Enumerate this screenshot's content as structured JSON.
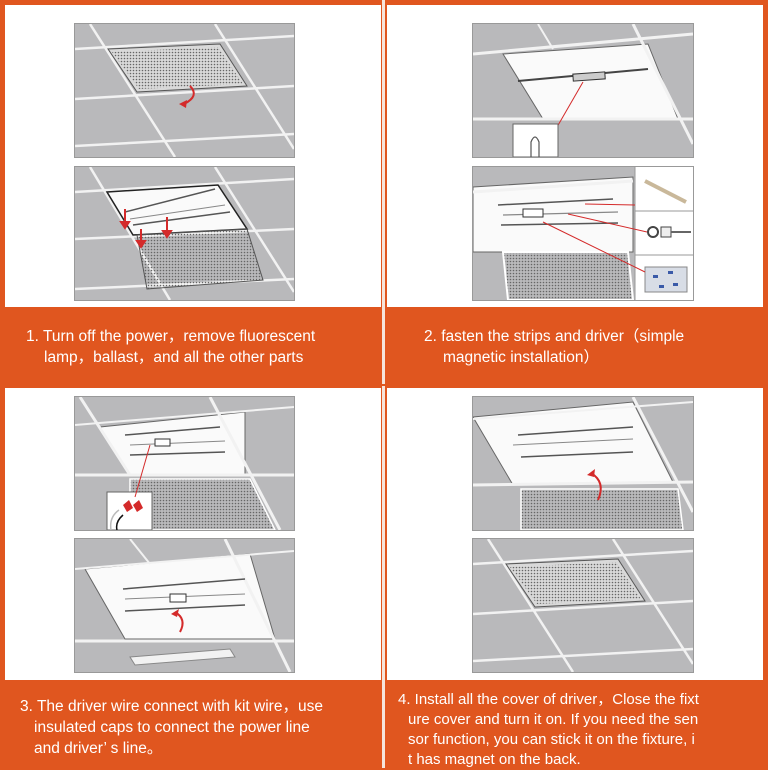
{
  "steps": [
    {
      "number": "1.",
      "text": "Turn off the power，remove fluorescent lamp，ballast，and all the other parts",
      "line1": "1. Turn off the power，remove fluorescent",
      "line2": "lamp，ballast，and all the other parts",
      "figures": [
        "ceiling-panel-in-grid-with-arrow",
        "panel-opened-with-down-arrows"
      ]
    },
    {
      "number": "2.",
      "text": "fasten the strips and driver（simple magnetic installation）",
      "line1": "2.  fasten the strips and driver（simple",
      "line2": "magnetic installation）",
      "figures": [
        "driver-mounted-in-troffer-with-connector-inset",
        "strips-and-driver-with-part-insets"
      ],
      "insets": [
        "led-strip",
        "wire-connector",
        "magnet-plate"
      ]
    },
    {
      "number": "3.",
      "text": "The driver wire connect with kit wire，use insulated caps to connect the power line and driver’s line。",
      "line1": "3. The driver wire connect with kit wire，use",
      "line2": "insulated caps to connect the power line",
      "line3": "and driver’ s line。",
      "figures": [
        "wire-caps-inset",
        "driver-cover-with-arrow"
      ]
    },
    {
      "number": "4.",
      "text": "Install all the cover of driver，Close the fixture cover and turn it on. If you need the sensor function, you can stick it on the fixture, it has magnet on the back.",
      "line1": "4. Install all the cover of driver，Close the fixt",
      "line2": "ure cover and turn it on. If you need the sen",
      "line3": "sor function, you can stick it on the fixture, i",
      "line4": "t has magnet on the back.",
      "figures": [
        "cover-closing-with-arrow",
        "closed-panel-in-ceiling"
      ]
    }
  ],
  "colors": {
    "accent": "#E0561F",
    "panel": "#FFFFFF",
    "tile": "#B9B9BB",
    "arrow": "#D42A2A"
  }
}
